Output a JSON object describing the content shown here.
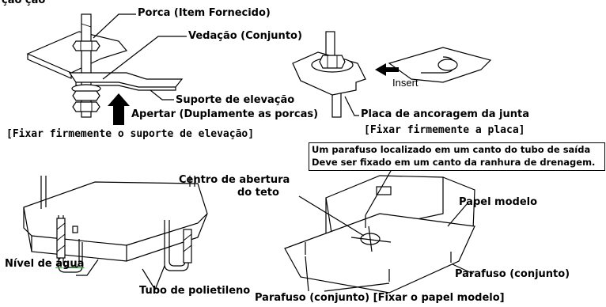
{
  "top_left": {
    "heading_fragment": "ção    ção",
    "porca": "Porca (Item Fornecido)",
    "vedacao": "Vedação (Conjunto)",
    "suporte": "Suporte de elevação",
    "apertar": "Apertar (Duplamente as porcas)",
    "caption": "[Fixar firmemente o suporte de elevação]"
  },
  "top_right": {
    "insert": "Insert",
    "placa": "Placa de ancoragem da junta",
    "caption": "[Fixar firmemente a placa]"
  },
  "note": {
    "line1": "Um parafuso localizado em um canto do tubo de saída",
    "line2": "Deve ser fixado em um canto da ranhura de drenagem."
  },
  "bottom_left": {
    "nivel_a": "Nível de ",
    "nivel_b": "água",
    "tubo": "Tubo de polietileno"
  },
  "bottom_right": {
    "centro1": "Centro de abertura",
    "centro2": "do teto",
    "papel": "Papel modelo",
    "parafuso_right": "Parafuso (conjunto)",
    "caption": "Parafuso (conjunto) [Fixar o papel modelo]"
  }
}
